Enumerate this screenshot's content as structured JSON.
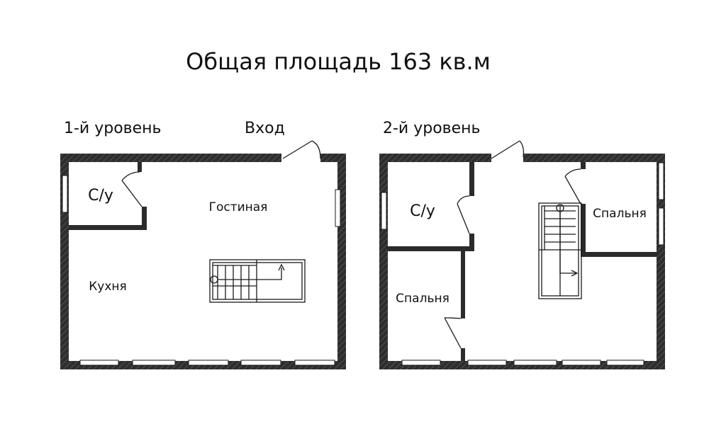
{
  "title": "Общая площадь 163 кв.м",
  "entrance_label": "Вход",
  "colors": {
    "wall": "#2b2b2b",
    "line": "#1a1a1a",
    "background": "#ffffff"
  },
  "level1": {
    "name": "1-й уровень",
    "rooms": {
      "bathroom": "С/у",
      "living_room": "Гостиная",
      "kitchen": "Кухня"
    }
  },
  "level2": {
    "name": "2-й уровень",
    "rooms": {
      "bathroom": "С/у",
      "bedroom_right": "Спальня",
      "bedroom_left": "Спальня"
    }
  }
}
